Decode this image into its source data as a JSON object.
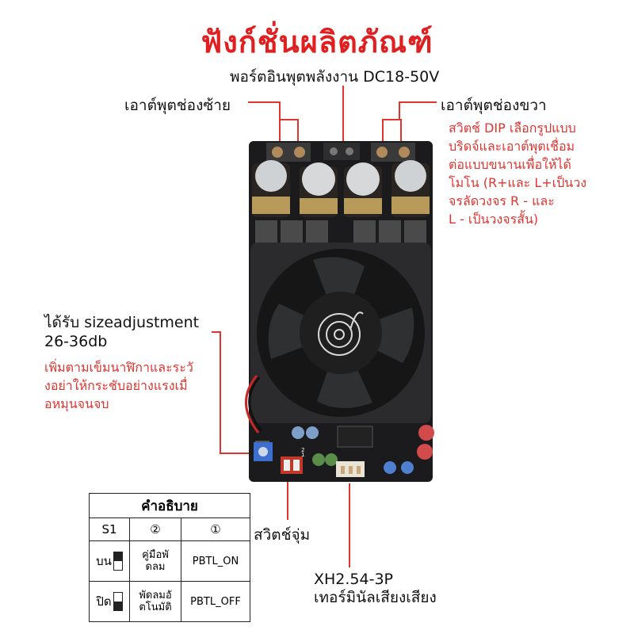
{
  "title": "ฟังก์ชั่นผลิตภัณฑ์",
  "labels": {
    "power_input": "พอร์ตอินพุตพลังงาน DC18-50V",
    "left_output": "เอาต์พุตช่องซ้าย",
    "right_output": "เอาต์พุตช่องขวา",
    "gain_line1": "ได้รับ sizeadjustment",
    "gain_line2": "26-36db",
    "dip_switch": "สวิตช์จุ่ม",
    "terminal_line1": "XH2.54-3P",
    "terminal_line2": "เทอร์มินัลเสียงเสียง"
  },
  "notes": {
    "dip_desc": [
      "สวิตช์ DIP เลือกรูปแบบ",
      "บริดจ์และเอาต์พุตเชื่อม",
      "ต่อแบบขนานเพื่อให้ได้",
      "โมโน (R+และ L+เป็นวง",
      "จรลัดวงจร R - และ",
      "L - เป็นวงจรสั้น)"
    ],
    "gain_desc": [
      "เพิ่มตามเข็มนาฬิกาและระวั",
      "งอย่าให้กระชับอย่างแรงเมื่",
      "อหมุนจนจบ"
    ]
  },
  "legend": {
    "header": "คำอธิบาย",
    "col_s1": "S1",
    "col_2": "②",
    "col_1": "①",
    "row_on_label": "บน",
    "row_on_mode_a": "คู่มือพั",
    "row_on_mode_b": "ดลม",
    "row_on_value": "PBTL_ON",
    "row_off_label": "ปิด",
    "row_off_mode_a": "พัดลมอั",
    "row_off_mode_b": "ตโนมัติ",
    "row_off_value": "PBTL_OFF"
  },
  "board_marks": {
    "switch_num_1": "1",
    "switch_num_2": "2"
  },
  "colors": {
    "title": "#e02020",
    "accent": "#e0342f",
    "pcb": "#1b1b1d",
    "heatsink": "#2b2b2d"
  }
}
